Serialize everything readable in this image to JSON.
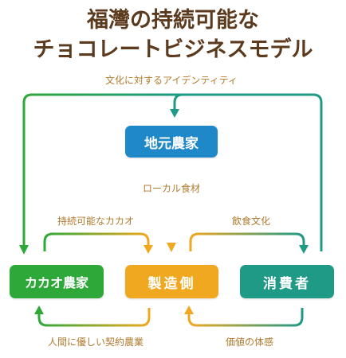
{
  "title": {
    "line1": "福灣の持続可能な",
    "line2": "チョコレートビジネスモデル"
  },
  "nodes": {
    "local_farmers": "地元農家",
    "cacao_farmers": "カカオ農家",
    "manufacturer": "製造側",
    "consumer": "消費者"
  },
  "flows": {
    "cultural_identity": "文化に対するアイデンティティ",
    "local_ingredients": "ローカル食材",
    "sustainable_cacao": "持続可能なカカオ",
    "food_culture": "飲食文化",
    "humane_contract_farming": "人間に優しい契約農業",
    "value_experience": "価値の体感"
  },
  "colors": {
    "title": "#5b3a1e",
    "label": "#b07a2e",
    "local_farmers": "#1e88c8",
    "cacao_farmers": "#2fa83a",
    "manufacturer": "#f0a820",
    "consumer": "#1e9a87"
  }
}
